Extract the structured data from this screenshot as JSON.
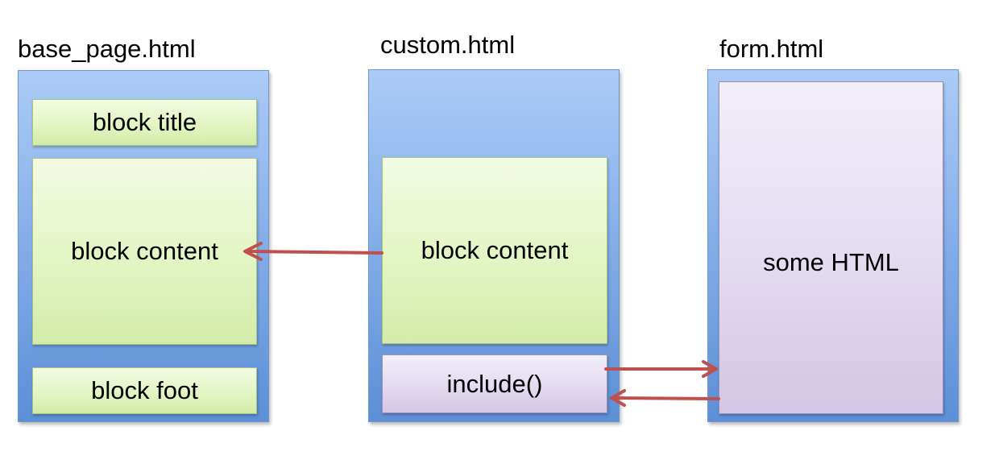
{
  "files": {
    "base_page": {
      "title": "base_page.html",
      "blocks": {
        "title": "block title",
        "content": "block content",
        "foot": "block foot"
      }
    },
    "custom": {
      "title": "custom.html",
      "blocks": {
        "content": "block content",
        "include": "include()"
      }
    },
    "form": {
      "title": "form.html",
      "body": "some HTML"
    }
  },
  "colors": {
    "panel": "#87b0ea",
    "block_green": "#e3f5c3",
    "block_purple": "#e3dbf0",
    "arrow": "#c0504d"
  }
}
